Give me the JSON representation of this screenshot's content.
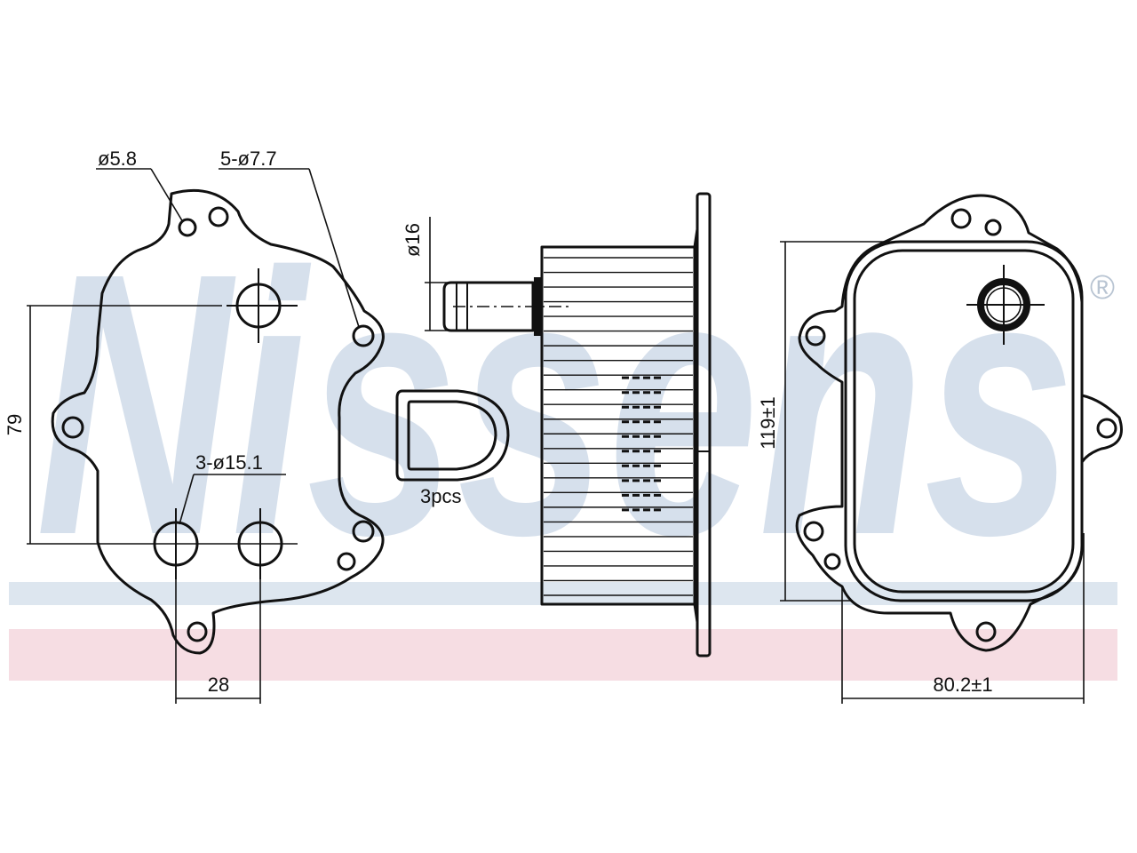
{
  "watermark": {
    "brand": "Nissens",
    "registered_mark": "®",
    "stripe_blue": "#dde6ef",
    "stripe_pink": "#f6dde3",
    "letter_color": "#d6e0ec"
  },
  "labels": {
    "small_hole": "ø5.8",
    "bolt_holes": "5-ø7.7",
    "port_holes": "3-ø15.1",
    "hole_spacing_v": "79",
    "hole_spacing_h": "28",
    "pipe_diameter": "ø16",
    "seal_qty": "3pcs",
    "height": "119±1",
    "width": "80.2±1"
  },
  "colors": {
    "line": "#111111",
    "background": "#ffffff"
  }
}
